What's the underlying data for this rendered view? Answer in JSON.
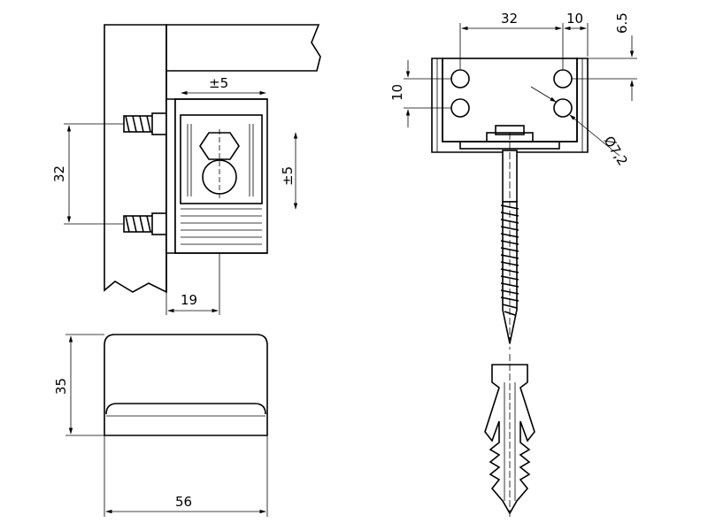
{
  "dimensions": {
    "adjust_h": "±5",
    "adjust_v": "±5",
    "pitch_side": "32",
    "depth": "19",
    "height": "35",
    "width": "56",
    "pitch_top": "32",
    "edge_top": "10",
    "offset": "6.5",
    "pitch_v": "10",
    "hole_dia": "Ø7,2"
  }
}
